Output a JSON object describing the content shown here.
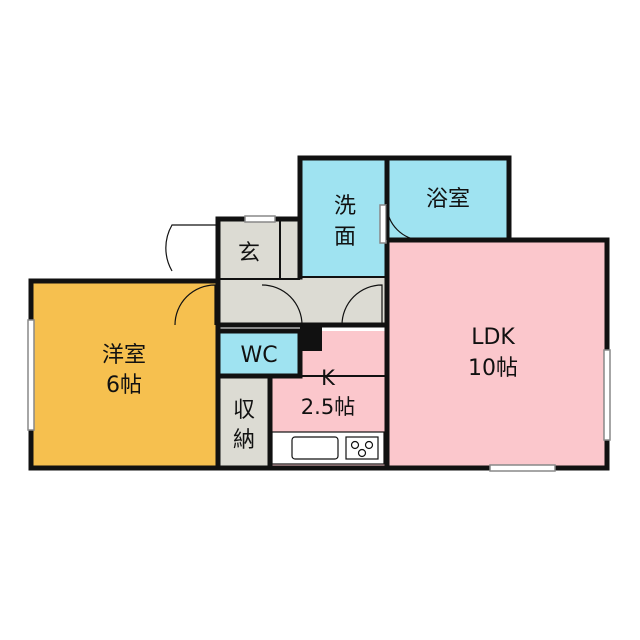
{
  "colors": {
    "wall": "#111111",
    "western_room": "#f6c04f",
    "ldk": "#fbc7cc",
    "water": "#9fe3f1",
    "kitchen": "#fbc7cc",
    "hall": "#dcdbd3",
    "storage": "#dcdbd3"
  },
  "rooms": {
    "western": {
      "name": "洋室",
      "size": "6帖"
    },
    "ldk": {
      "name": "LDK",
      "size": "10帖"
    },
    "kitchen": {
      "name": "K",
      "size": "2.5帖"
    },
    "washroom": {
      "name_line1": "洗",
      "name_line2": "面"
    },
    "bath": {
      "name": "浴室"
    },
    "wc": {
      "name": "WC"
    },
    "entrance": {
      "name": "玄"
    },
    "storage": {
      "name_line1": "収",
      "name_line2": "納"
    }
  }
}
